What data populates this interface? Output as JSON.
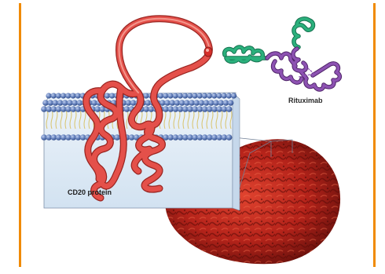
{
  "labels": {
    "protein": "CD20 protein",
    "antibody": "Rituximab"
  },
  "colors": {
    "frame": "#f08a00",
    "protein": "#e4504a",
    "protein_dark": "#b8302c",
    "antibody_green": "#1f9a6a",
    "antibody_purple": "#7a3f98",
    "lipid_head": "#5c78b4",
    "membrane_bg": "#dfeaf5",
    "cell": "#c3291d"
  },
  "icons": {
    "protein": "cd20-protein-ribbon",
    "antibody": "rituximab-antibody-chain",
    "membrane": "lipid-bilayer",
    "cell": "b-cell-micrograph"
  }
}
